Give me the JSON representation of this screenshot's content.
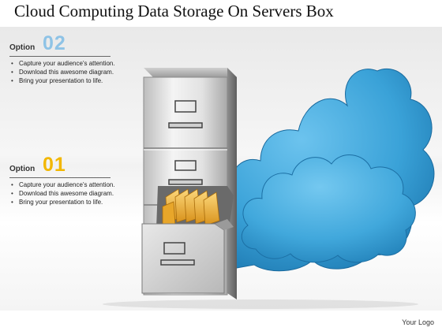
{
  "title": "Cloud Computing Data Storage On Servers Box",
  "options": [
    {
      "word": "Option",
      "number": "02",
      "accent": "#8ec3e6",
      "bullets": [
        "Capture your audience's attention.",
        "Download this awesome diagram.",
        "Bring your presentation to life."
      ]
    },
    {
      "word": "Option",
      "number": "01",
      "accent": "#f2b700",
      "bullets": [
        "Capture your audience's attention.",
        "Download this awesome diagram.",
        "Bring your presentation to life."
      ]
    }
  ],
  "logo": "Your Logo",
  "colors": {
    "cloud": "#3aa2d8",
    "folder": "#f1b233",
    "cabinet": "#d9d9d9"
  },
  "icons": [
    "filing-cabinet-icon",
    "cloud-icon",
    "folder-icon"
  ]
}
